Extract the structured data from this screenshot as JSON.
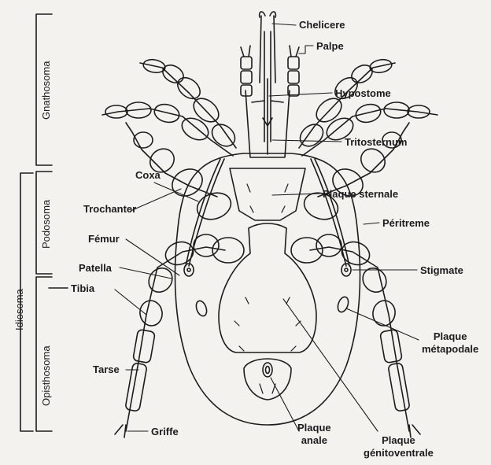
{
  "labels": {
    "chelicere": "Chelicere",
    "palpe": "Palpe",
    "hypostome": "Hypostome",
    "tritosternum": "Tritosternum",
    "plaque_sternale": "Plaque sternale",
    "peritreme": "Péritreme",
    "stigmate": "Stigmate",
    "plaque_metapodale_1": "Plaque",
    "plaque_metapodale_2": "métapodale",
    "plaque_genitoventrale_1": "Plaque",
    "plaque_genitoventrale_2": "génitoventrale",
    "plaque_anale_1": "Plaque",
    "plaque_anale_2": "anale",
    "griffe": "Griffe",
    "tarse": "Tarse",
    "tibia": "Tibia",
    "patella": "Patella",
    "femur": "Fémur",
    "trochanter": "Trochanter",
    "coxa": "Coxa"
  },
  "regions": {
    "gnathosoma": "Gnathosoma",
    "podosoma": "Podosoma",
    "opisthosoma": "Opisthosoma",
    "idiosoma": "Idiosoma"
  },
  "colors": {
    "ink": "#1c1c1c",
    "paper": "#f4f2ee"
  }
}
